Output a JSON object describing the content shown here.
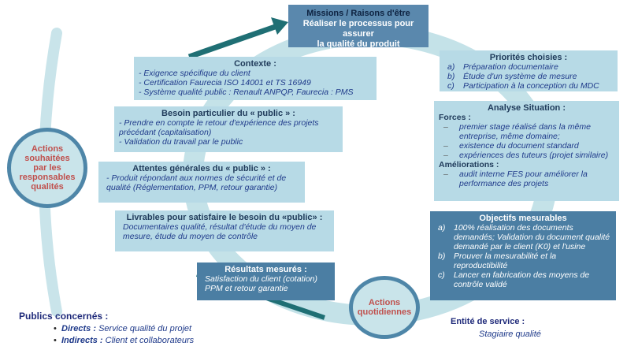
{
  "missions": {
    "title": "Missions / Raisons d'être",
    "line1": "Réaliser le processus pour assurer",
    "line2": "la qualité du produit"
  },
  "contexte": {
    "title": "Contexte :",
    "items": [
      "- Exigence spécifique du client",
      "- Certification Faurecia ISO 14001 et TS 16949",
      "- Système qualité public : Renault ANPQP, Faurecia : PMS"
    ]
  },
  "besoin": {
    "title": "Besoin particulier du « public » :",
    "items": [
      "- Prendre en compte le retour d'expérience des projets précédant (capitalisation)",
      "- Validation du travail par le public"
    ]
  },
  "attentes": {
    "title": "Attentes générales du « public » :",
    "text": "- Produit répondant aux normes de sécurité et de qualité (Réglementation, PPM, retour garantie)"
  },
  "livrables": {
    "title": "Livrables pour satisfaire le besoin du «public» :",
    "text": "Documentaires qualité, résultat d'étude  du moyen de mesure, étude du moyen de contrôle"
  },
  "resultats": {
    "title": "Résultats mesurés :",
    "line1": "Satisfaction du client (cotation)",
    "line2": "PPM et retour garantie"
  },
  "priorites": {
    "title": "Priorités choisies :",
    "items": [
      {
        "m": "a)",
        "t": "Préparation documentaire"
      },
      {
        "m": "b)",
        "t": "Étude d'un système de mesure"
      },
      {
        "m": "c)",
        "t": "Participation à la conception du MDC"
      }
    ]
  },
  "analyse": {
    "title": "Analyse  Situation :",
    "forces_label": "Forces :",
    "forces": [
      "premier stage réalisé dans la même entreprise, même domaine;",
      "existence du document standard",
      "expériences des tuteurs (projet similaire)"
    ],
    "ameliorations_label": "Améliorations :",
    "ameliorations": [
      "audit interne FES pour améliorer la performance des projets"
    ]
  },
  "objectifs": {
    "title": "Objectifs mesurables",
    "items": [
      {
        "m": "a)",
        "t": "100% réalisation des documents demandés; Validation du document qualité demandé par le client (K0) et l'usine"
      },
      {
        "m": "b)",
        "t": "Prouver la mesurabilité et la reproductibilité"
      },
      {
        "m": "c)",
        "t": "Lancer en fabrication des moyens de contrôle validé"
      }
    ]
  },
  "actions_souhaitees": {
    "text": "Actions souhaitées par les responsables qualités"
  },
  "actions_quotidiennes": {
    "text": "Actions quotidiennes"
  },
  "publics": {
    "title": "Publics concernés :",
    "directs_label": "Directs :",
    "directs_text": "Service qualité du projet",
    "indirects_label": "Indirects :",
    "indirects_text": "Client et collaborateurs"
  },
  "entite": {
    "title": "Entité de service :",
    "text": "Stagiaire qualité"
  },
  "colors": {
    "light_box": "#b7dae6",
    "dark_box": "#4b7ea3",
    "ring": "#bfe0e6",
    "arrow": "#1f6f74",
    "accent_red": "#c0504d"
  }
}
